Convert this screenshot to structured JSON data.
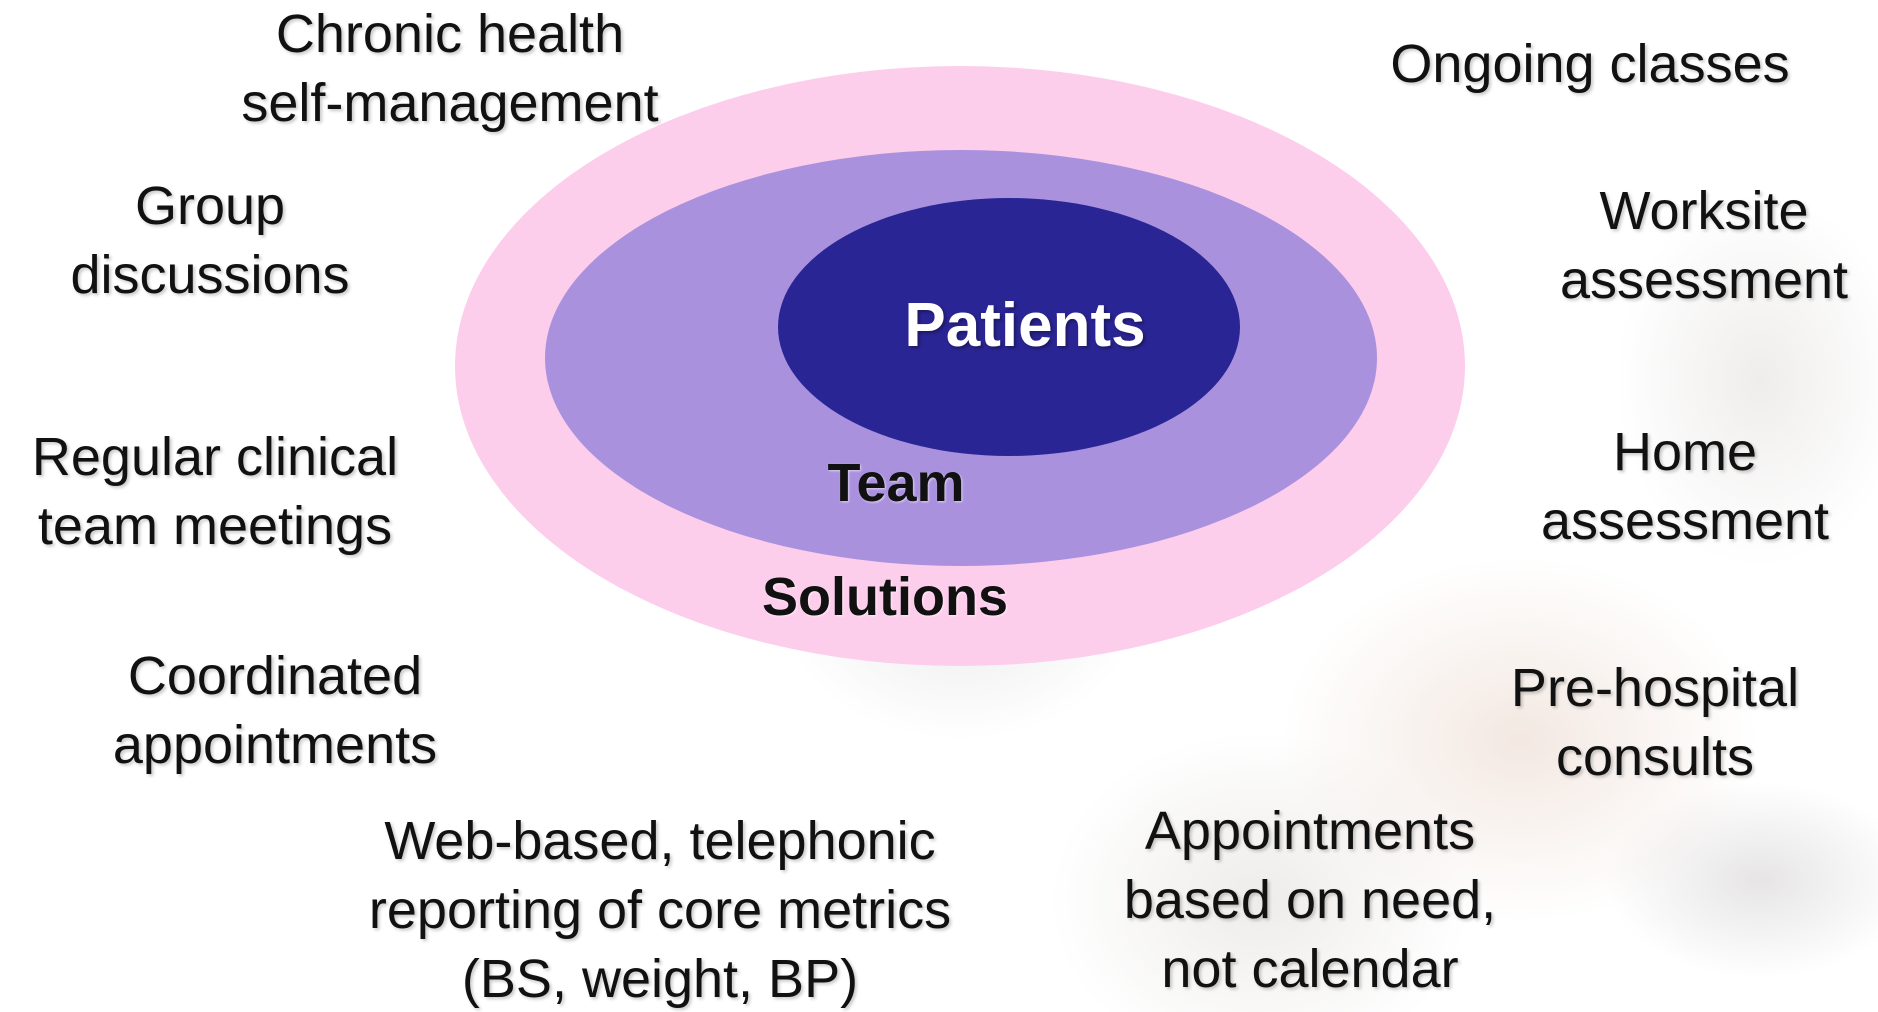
{
  "diagram": {
    "core": {
      "patients": "Patients",
      "team": "Team",
      "solutions": "Solutions"
    },
    "colors": {
      "outer_ring": "#fdcdec",
      "middle_ring": "#aa91de",
      "inner_core": "#2a2594",
      "core_text": "#ffffff",
      "text": "#111111"
    },
    "left_labels": [
      {
        "lines": [
          "Chronic health",
          "self-management"
        ]
      },
      {
        "lines": [
          "Group",
          "discussions"
        ]
      },
      {
        "lines": [
          "Regular clinical",
          "team meetings"
        ]
      },
      {
        "lines": [
          "Coordinated",
          "appointments"
        ]
      }
    ],
    "bottom_labels": [
      {
        "lines": [
          "Web-based, telephonic",
          "reporting of core metrics",
          "(BS, weight, BP)"
        ]
      },
      {
        "lines": [
          "Appointments",
          "based on need,",
          "not calendar"
        ]
      }
    ],
    "right_labels": [
      {
        "lines": [
          "Ongoing classes"
        ]
      },
      {
        "lines": [
          "Worksite",
          "assessment"
        ]
      },
      {
        "lines": [
          "Home",
          "assessment"
        ]
      },
      {
        "lines": [
          "Pre-hospital",
          "consults"
        ]
      }
    ]
  }
}
